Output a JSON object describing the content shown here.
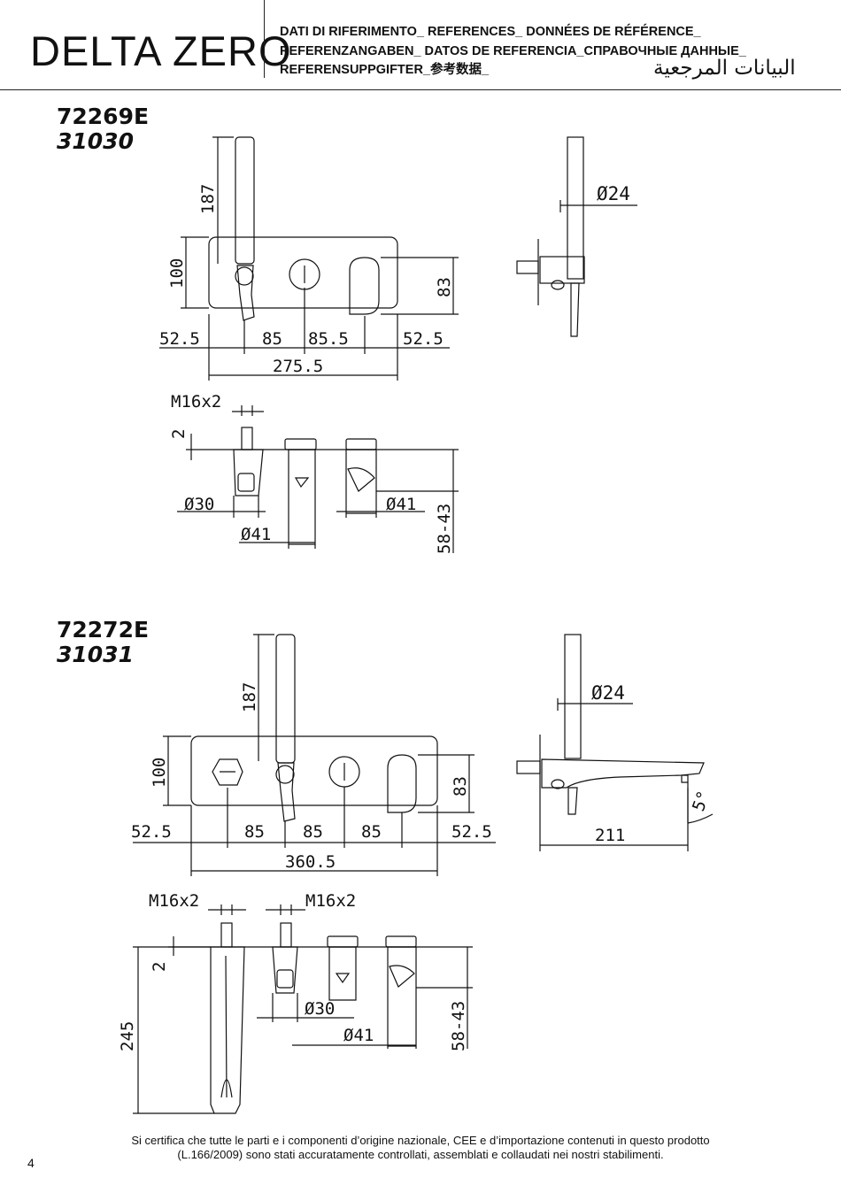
{
  "header": {
    "brand": "DELTA ZERO",
    "references_lines": [
      "DATI DI RIFERIMENTO_ REFERENCES_ DONNÉES DE RÉFÉRENCE_",
      "REFERENZANGABEN_ DATOS DE REFERENCIA_СПРАВОЧНЫЕ ДАННЫЕ_",
      "REFERENSUPPGIFTER_参考数据_"
    ],
    "arabic": "البيانات المرجعية"
  },
  "products": [
    {
      "code": "72269E",
      "alt_code": "31030",
      "front_view": {
        "shower_height": "187",
        "plate_height": "100",
        "spout_height": "83",
        "spacings": [
          "52.5",
          "85",
          "85.5",
          "52.5"
        ],
        "total_width": "275.5"
      },
      "side_view": {
        "hose_diameter": "Ø24"
      },
      "top_view": {
        "thread": "M16x2",
        "plate_offset": "2",
        "diameter_small": "Ø30",
        "diameter_knob": "Ø41",
        "diameter_spout": "Ø41",
        "depth_range": "58-43"
      }
    },
    {
      "code": "72272E",
      "alt_code": "31031",
      "front_view": {
        "shower_height": "187",
        "plate_height": "100",
        "spout_height": "83",
        "spacings": [
          "52.5",
          "85",
          "85",
          "85",
          "52.5"
        ],
        "total_width": "360.5"
      },
      "side_view": {
        "hose_diameter": "Ø24",
        "spout_projection": "211",
        "angle": "5°"
      },
      "top_view": {
        "thread_1": "M16x2",
        "thread_2": "M16x2",
        "plate_offset": "2",
        "total_depth": "245",
        "diameter_small": "Ø30",
        "diameter_spout": "Ø41",
        "depth_range": "58-43"
      }
    }
  ],
  "footer": {
    "certification_line_1": "Si certifica che tutte le parti e i componenti d’origine nazionale, CEE e d’importazione contenuti in questo prodotto",
    "certification_line_2": "(L.166/2009) sono stati accuratamente controllati, assemblati e collaudati nei nostri stabilimenti.",
    "page_number": "4"
  }
}
